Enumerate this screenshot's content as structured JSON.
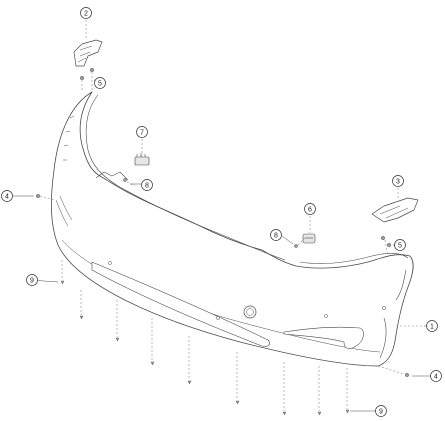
{
  "diagram": {
    "type": "exploded-parts-view",
    "subject": "front bumper assembly",
    "colors": {
      "line": "#4a4a4a",
      "dash": "#8a8a8a",
      "fill": "#ffffff",
      "fastener": "#9a9a9a"
    },
    "callouts": [
      {
        "id": "c2",
        "label": "2"
      },
      {
        "id": "c5a",
        "label": "5"
      },
      {
        "id": "c7",
        "label": "7"
      },
      {
        "id": "c8a",
        "label": "8"
      },
      {
        "id": "c4a",
        "label": "4"
      },
      {
        "id": "c3",
        "label": "3"
      },
      {
        "id": "c6",
        "label": "6"
      },
      {
        "id": "c8b",
        "label": "8"
      },
      {
        "id": "c5b",
        "label": "5"
      },
      {
        "id": "c9a",
        "label": "9"
      },
      {
        "id": "c1",
        "label": "1"
      },
      {
        "id": "c4b",
        "label": "4"
      },
      {
        "id": "c9b",
        "label": "9"
      }
    ]
  }
}
